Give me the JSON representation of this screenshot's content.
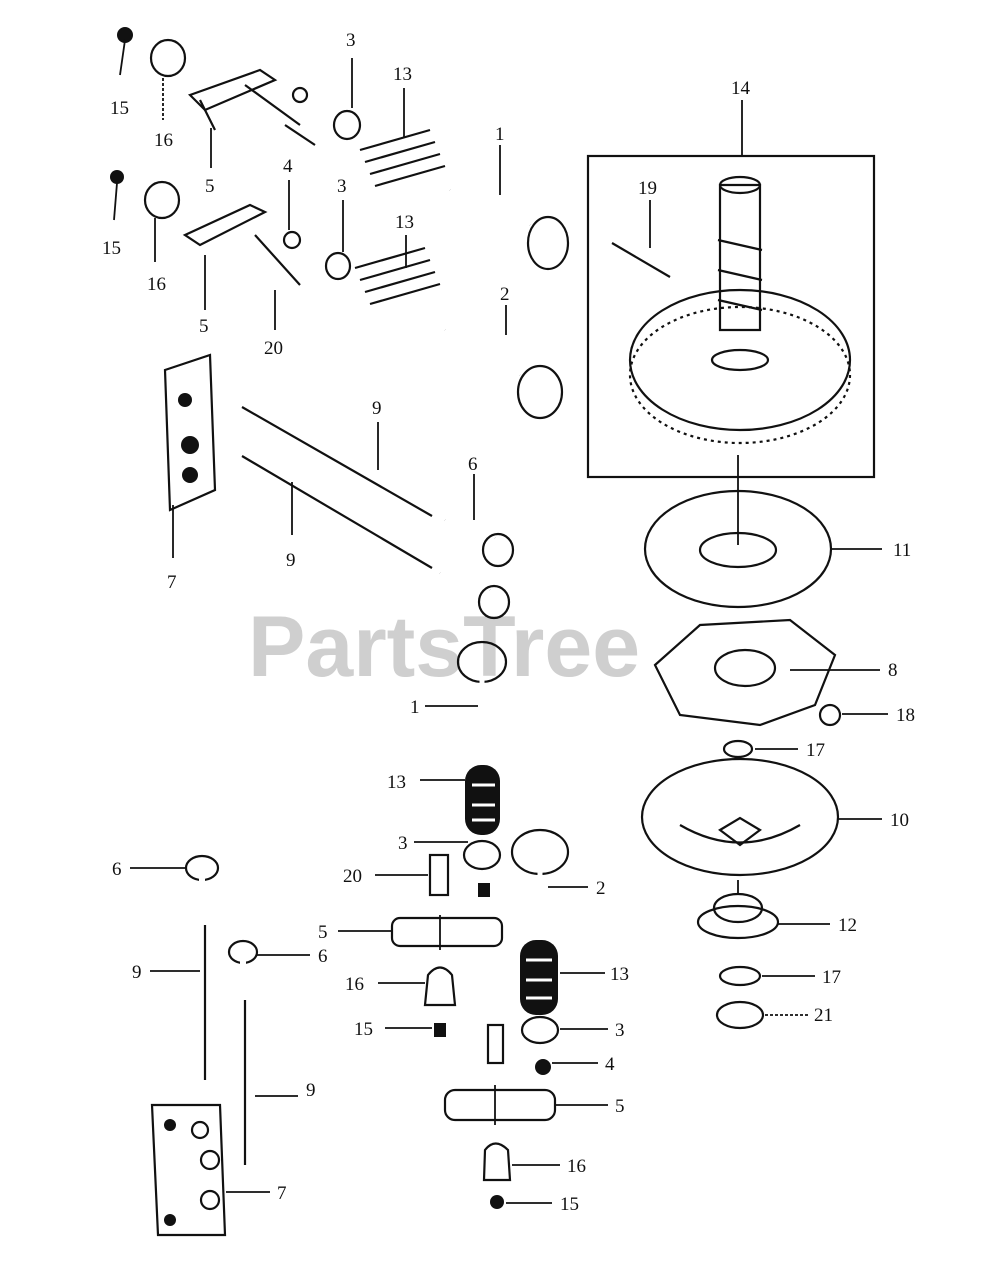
{
  "diagram": {
    "watermark": "PartsTree",
    "colors": {
      "ink": "#111111",
      "watermark": "#cfcfcf",
      "background": "#ffffff"
    },
    "callouts": [
      {
        "id": "c15a",
        "text": "15"
      },
      {
        "id": "c16a",
        "text": "16"
      },
      {
        "id": "c5a",
        "text": "5"
      },
      {
        "id": "c3a",
        "text": "3"
      },
      {
        "id": "c13a",
        "text": "13"
      },
      {
        "id": "c1a",
        "text": "1"
      },
      {
        "id": "c15b",
        "text": "15"
      },
      {
        "id": "c16b",
        "text": "16"
      },
      {
        "id": "c5b",
        "text": "5"
      },
      {
        "id": "c4a",
        "text": "4"
      },
      {
        "id": "c20a",
        "text": "20"
      },
      {
        "id": "c3b",
        "text": "3"
      },
      {
        "id": "c13b",
        "text": "13"
      },
      {
        "id": "c2a",
        "text": "2"
      },
      {
        "id": "c14",
        "text": "14"
      },
      {
        "id": "c19",
        "text": "19"
      },
      {
        "id": "c9a",
        "text": "9"
      },
      {
        "id": "c6a",
        "text": "6"
      },
      {
        "id": "c9b",
        "text": "9"
      },
      {
        "id": "c7a",
        "text": "7"
      },
      {
        "id": "c11",
        "text": "11"
      },
      {
        "id": "c8",
        "text": "8"
      },
      {
        "id": "c18",
        "text": "18"
      },
      {
        "id": "c1b",
        "text": "1"
      },
      {
        "id": "c17a",
        "text": "17"
      },
      {
        "id": "c13c",
        "text": "13"
      },
      {
        "id": "c10",
        "text": "10"
      },
      {
        "id": "c3c",
        "text": "3"
      },
      {
        "id": "c20b",
        "text": "20"
      },
      {
        "id": "c2b",
        "text": "2"
      },
      {
        "id": "c6b",
        "text": "6"
      },
      {
        "id": "c12",
        "text": "12"
      },
      {
        "id": "c5c",
        "text": "5"
      },
      {
        "id": "c9c",
        "text": "9"
      },
      {
        "id": "c6c",
        "text": "6"
      },
      {
        "id": "c16c",
        "text": "16"
      },
      {
        "id": "c13d",
        "text": "13"
      },
      {
        "id": "c17b",
        "text": "17"
      },
      {
        "id": "c15c",
        "text": "15"
      },
      {
        "id": "c3d",
        "text": "3"
      },
      {
        "id": "c21",
        "text": "21"
      },
      {
        "id": "c4b",
        "text": "4"
      },
      {
        "id": "c9d",
        "text": "9"
      },
      {
        "id": "c5d",
        "text": "5"
      },
      {
        "id": "c16d",
        "text": "16"
      },
      {
        "id": "c7b",
        "text": "7"
      },
      {
        "id": "c15d",
        "text": "15"
      }
    ]
  }
}
